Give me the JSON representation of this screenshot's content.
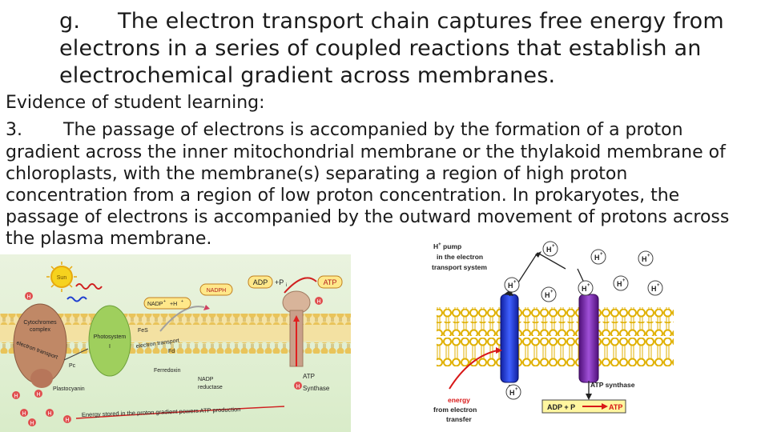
{
  "heading": {
    "marker": "g.",
    "line1": "The electron transport chain captures free energy from",
    "line2": "electrons in a series of coupled reactions that establish an",
    "line3": "electrochemical gradient across membranes."
  },
  "evidence": {
    "title": "Evidence of student learning:",
    "marker": "3.",
    "line1": "The passage of electrons is accompanied by the formation of a proton",
    "line2": "gradient across the inner mitochondrial membrane or the thylakoid membrane of",
    "line3": "chloroplasts, with the membrane(s) separating a region of high proton",
    "line4": "concentration from a region of low proton concentration.  In prokaryotes, the",
    "line5": "passage of electrons is accompanied by the outward movement of protons across",
    "line6": "the plasma membrane."
  },
  "figure_left": {
    "sun": "Sun",
    "nadph": "NADPH",
    "adp": "ADP",
    "pi": "+P",
    "pi_sub": "i",
    "atp": "ATP",
    "nadp": "NADP",
    "nadp_sup": "+",
    "nadp_h": "+H",
    "nadp_h_sup": "+",
    "cytochromes": "Cytochromes",
    "complex": "complex",
    "electron_transport_a": "electron transport",
    "photosystem1": "Photosystem",
    "photosystem1_num": "I",
    "fes": "FeS",
    "electron_transport_b": "electron transport",
    "fd": "Fd",
    "pc": "Pc",
    "plastocyanin": "Plastocyanin",
    "ferredoxin": "Ferredoxin",
    "nadp_reductase_1": "NADP",
    "nadp_reductase_2": "reductase",
    "atp_synthase_1": "ATP",
    "atp_synthase_2": "Synthase",
    "proton": "H",
    "caption": "Energy stored in the proton gradient powers ATP production"
  },
  "figure_right": {
    "pump_line1": "H",
    "pump_sup": "+",
    "pump_line1b": " pump",
    "pump_line2": "in the electron",
    "pump_line3": "transport system",
    "proton": "H",
    "proton_sup": "+",
    "atp_synthase": "ATP synthase",
    "energy_1": "energy",
    "energy_2": "from electron",
    "energy_3": "transfer",
    "adp_p": "ADP + P",
    "atp": "ATP",
    "colors": {
      "pump_blue": "#2233cc",
      "synthase_purple": "#7a2ab0",
      "lipid_head": "#f0c020",
      "arrow_red": "#d81818"
    }
  }
}
